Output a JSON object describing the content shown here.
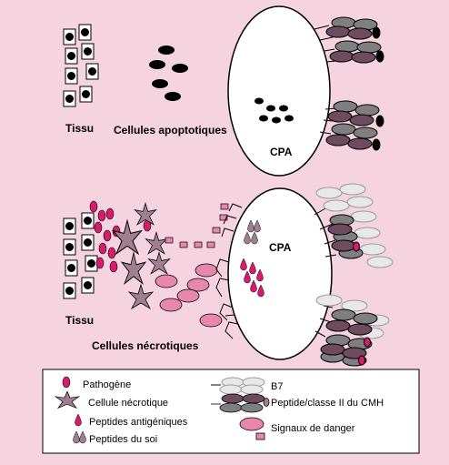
{
  "labels": {
    "tissue_top": "Tissu",
    "apoptotic": "Cellules apoptotiques",
    "cpa_top": "CPA",
    "cpa_bottom": "CPA",
    "tissue_bottom": "Tissu",
    "necrotic": "Cellules nécrotiques"
  },
  "legend": {
    "pathogen": "Pathogène",
    "necrotic_cell": "Cellule nécrotique",
    "antigenic_peptides": "Peptides antigéniques",
    "self_peptides": "Peptides du soi",
    "b7": "B7",
    "peptide_mhc": "Peptide/classe II du CMH",
    "danger_signals": "Signaux de danger"
  },
  "colors": {
    "background": "#f5d3df",
    "pathogen": "#d81b6f",
    "necrotic_cell": "#a08090",
    "danger_signal": "#e887ad",
    "mhc": "#6e4b5e",
    "b7": "#e8e8e8",
    "grey_receptor": "#7f7f7f"
  }
}
